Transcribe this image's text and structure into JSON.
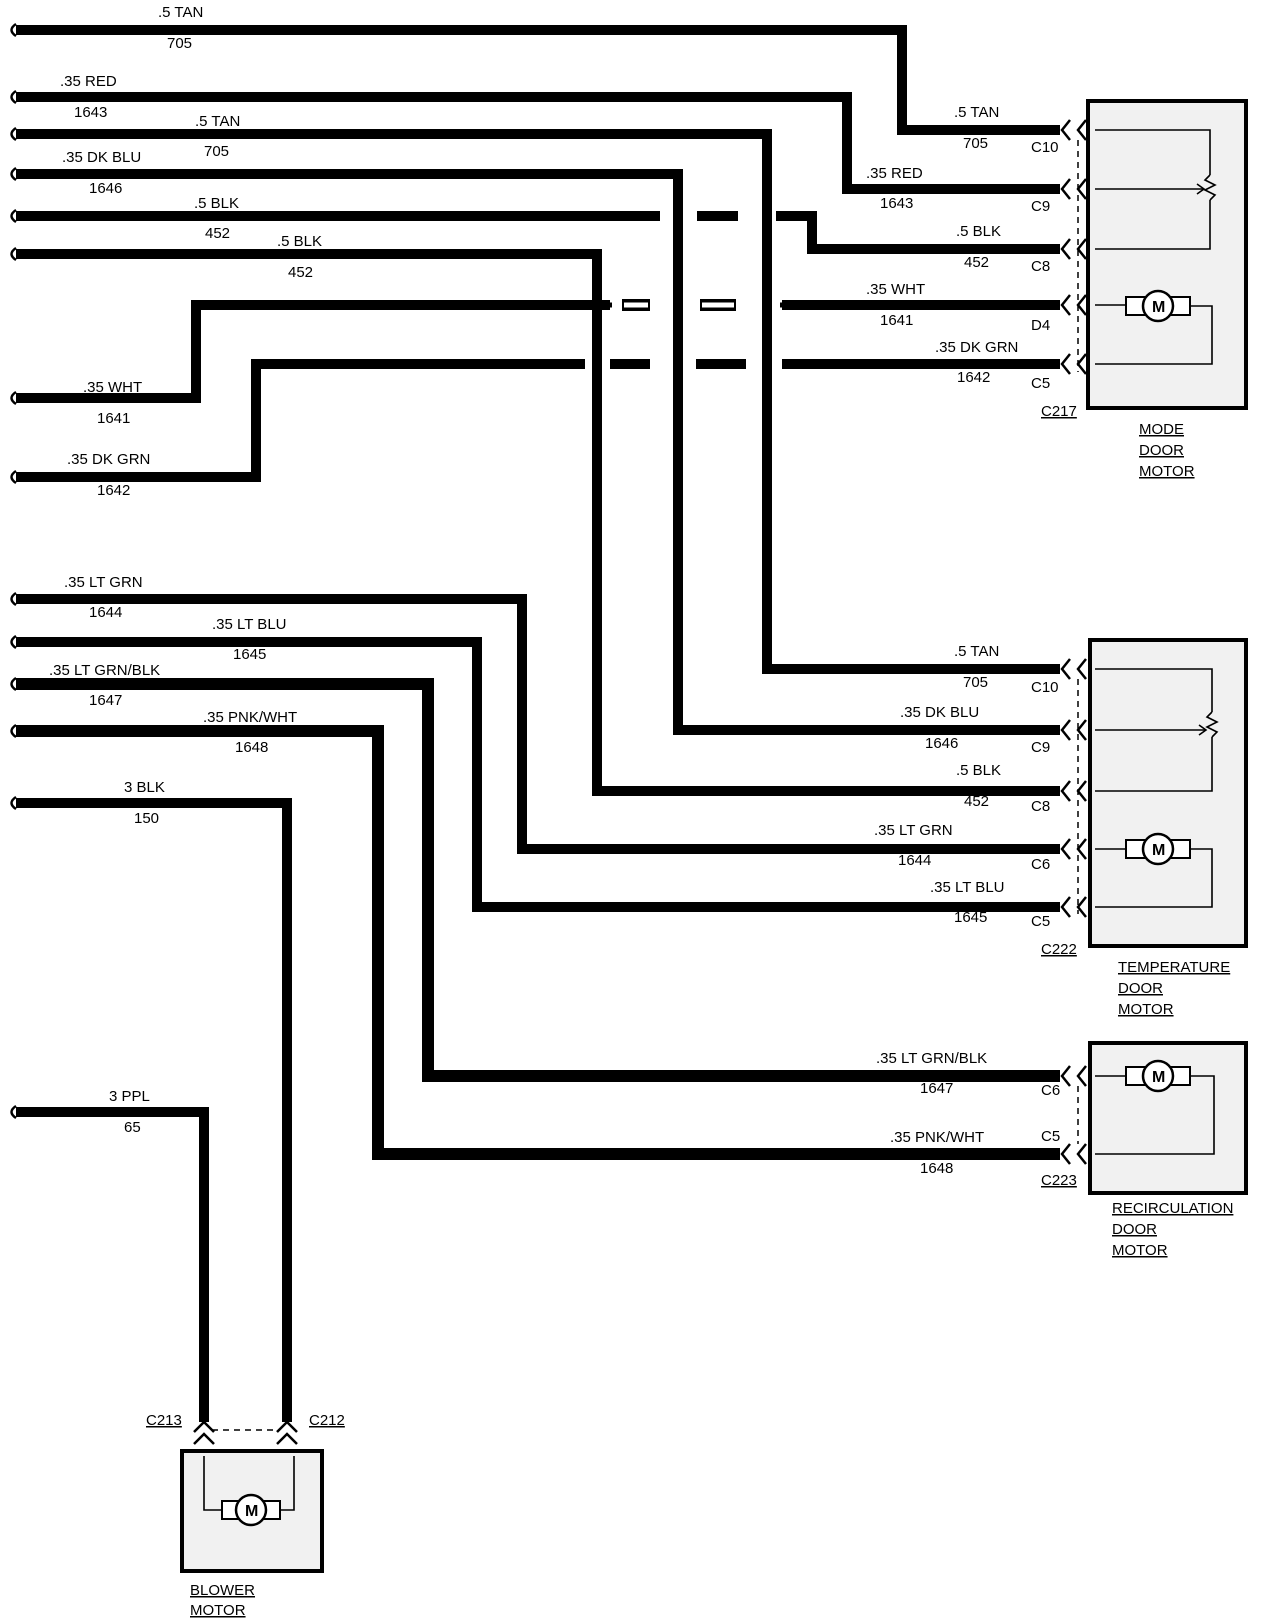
{
  "wires": {
    "w705a_size": ".5 TAN",
    "w705a_num": "705",
    "w1643_size": ".35 RED",
    "w1643_num": "1643",
    "w705b_size": ".5 TAN",
    "w705b_num": "705",
    "w1646_size": ".35 DK BLU",
    "w1646_num": "1646",
    "w452a_size": ".5 BLK",
    "w452a_num": "452",
    "w452b_size": ".5 BLK",
    "w452b_num": "452",
    "w1641_size": ".35 WHT",
    "w1641_num": "1641",
    "w1642_size": ".35 DK GRN",
    "w1642_num": "1642",
    "w1644_size": ".35 LT GRN",
    "w1644_num": "1644",
    "w1645_size": ".35 LT BLU",
    "w1645_num": "1645",
    "w1647_size": ".35 LT GRN/BLK",
    "w1647_num": "1647",
    "w1648_size": ".35 PNK/WHT",
    "w1648_num": "1648",
    "w150_size": "3 BLK",
    "w150_num": "150",
    "w65_size": "3 PPL",
    "w65_num": "65"
  },
  "mode_side": {
    "r705_size": ".5 TAN",
    "r705_num": "705",
    "r705_pin": "C10",
    "r1643_size": ".35 RED",
    "r1643_num": "1643",
    "r1643_pin": "C9",
    "r452_size": ".5 BLK",
    "r452_num": "452",
    "r452_pin": "C8",
    "r1641_size": ".35 WHT",
    "r1641_num": "1641",
    "r1641_pin": "D4",
    "r1642_size": ".35 DK GRN",
    "r1642_num": "1642",
    "r1642_pin": "C5",
    "connector": "C217"
  },
  "temp_side": {
    "r705_size": ".5 TAN",
    "r705_num": "705",
    "r705_pin": "C10",
    "r1646_size": ".35 DK BLU",
    "r1646_num": "1646",
    "r1646_pin": "C9",
    "r452_size": ".5 BLK",
    "r452_num": "452",
    "r452_pin": "C8",
    "r1644_size": ".35 LT GRN",
    "r1644_num": "1644",
    "r1644_pin": "C6",
    "r1645_size": ".35 LT BLU",
    "r1645_num": "1645",
    "r1645_pin": "C5",
    "connector": "C222"
  },
  "recirc_side": {
    "r1647_size": ".35 LT GRN/BLK",
    "r1647_num": "1647",
    "r1647_pin": "C6",
    "r1648_size": ".35 PNK/WHT",
    "r1648_num": "1648",
    "r1648_pin": "C5",
    "connector": "C223"
  },
  "blower_side": {
    "left_connector": "C213",
    "right_connector": "C212"
  },
  "components": {
    "mode": [
      "MODE",
      "DOOR",
      "MOTOR"
    ],
    "temperature": [
      "TEMPERATURE",
      "DOOR",
      "MOTOR"
    ],
    "recirculation": [
      "RECIRCULATION",
      "DOOR",
      "MOTOR"
    ],
    "blower": [
      "BLOWER",
      "MOTOR"
    ]
  },
  "motor_symbol": "M",
  "colors": {
    "ink": "#000000",
    "component_fill": "#f1f1f1",
    "paper": "#ffffff"
  }
}
